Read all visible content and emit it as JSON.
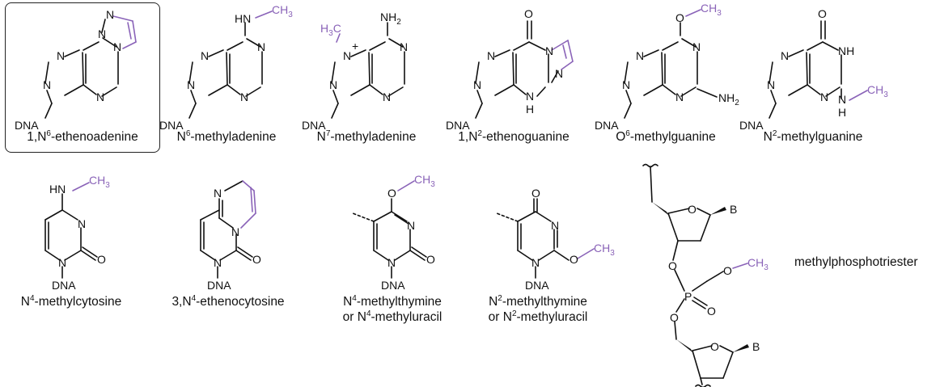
{
  "compounds": [
    {
      "name_pre": "1,N",
      "sup": "6",
      "name_post": "-ethenoadenine",
      "boxed": true
    },
    {
      "name_pre": "N",
      "sup": "6",
      "name_post": "-methyladenine"
    },
    {
      "name_pre": "N",
      "sup": "7",
      "name_post": "-methyladenine"
    },
    {
      "name_pre": "1,N",
      "sup": "2",
      "name_post": "-ethenoguanine"
    },
    {
      "name_pre": "O",
      "sup": "6",
      "name_post": "-methylguanine"
    },
    {
      "name_pre": "N",
      "sup": "2",
      "name_post": "-methylguanine"
    },
    {
      "name_pre": "N",
      "sup": "4",
      "name_post": "-methylcytosine"
    },
    {
      "name_pre": "3,N",
      "sup": "4",
      "name_post": "-ethenocytosine"
    },
    {
      "name_pre": "N",
      "sup": "4",
      "name_post": "-methylthymine",
      "line2_pre": "or N",
      "line2_sup": "4",
      "line2_post": "-methyluracil"
    },
    {
      "name_pre": "N",
      "sup": "2",
      "name_post": "-methylthymine",
      "line2_pre": "or N",
      "line2_sup": "2",
      "line2_post": "-methyluracil"
    }
  ],
  "phosphotriester_label": "methylphosphotriester",
  "atoms": {
    "N": "N",
    "NH": "NH",
    "H": "H",
    "O": "O",
    "P": "P",
    "B": "B",
    "DNA": "DNA",
    "NH2": "NH",
    "sub2": "2",
    "CH3": "CH",
    "sub3": "3",
    "H3C": "H",
    "HN": "HN",
    "plus": "+"
  },
  "colors": {
    "modification": "#8a63b8",
    "bond": "#111111"
  }
}
